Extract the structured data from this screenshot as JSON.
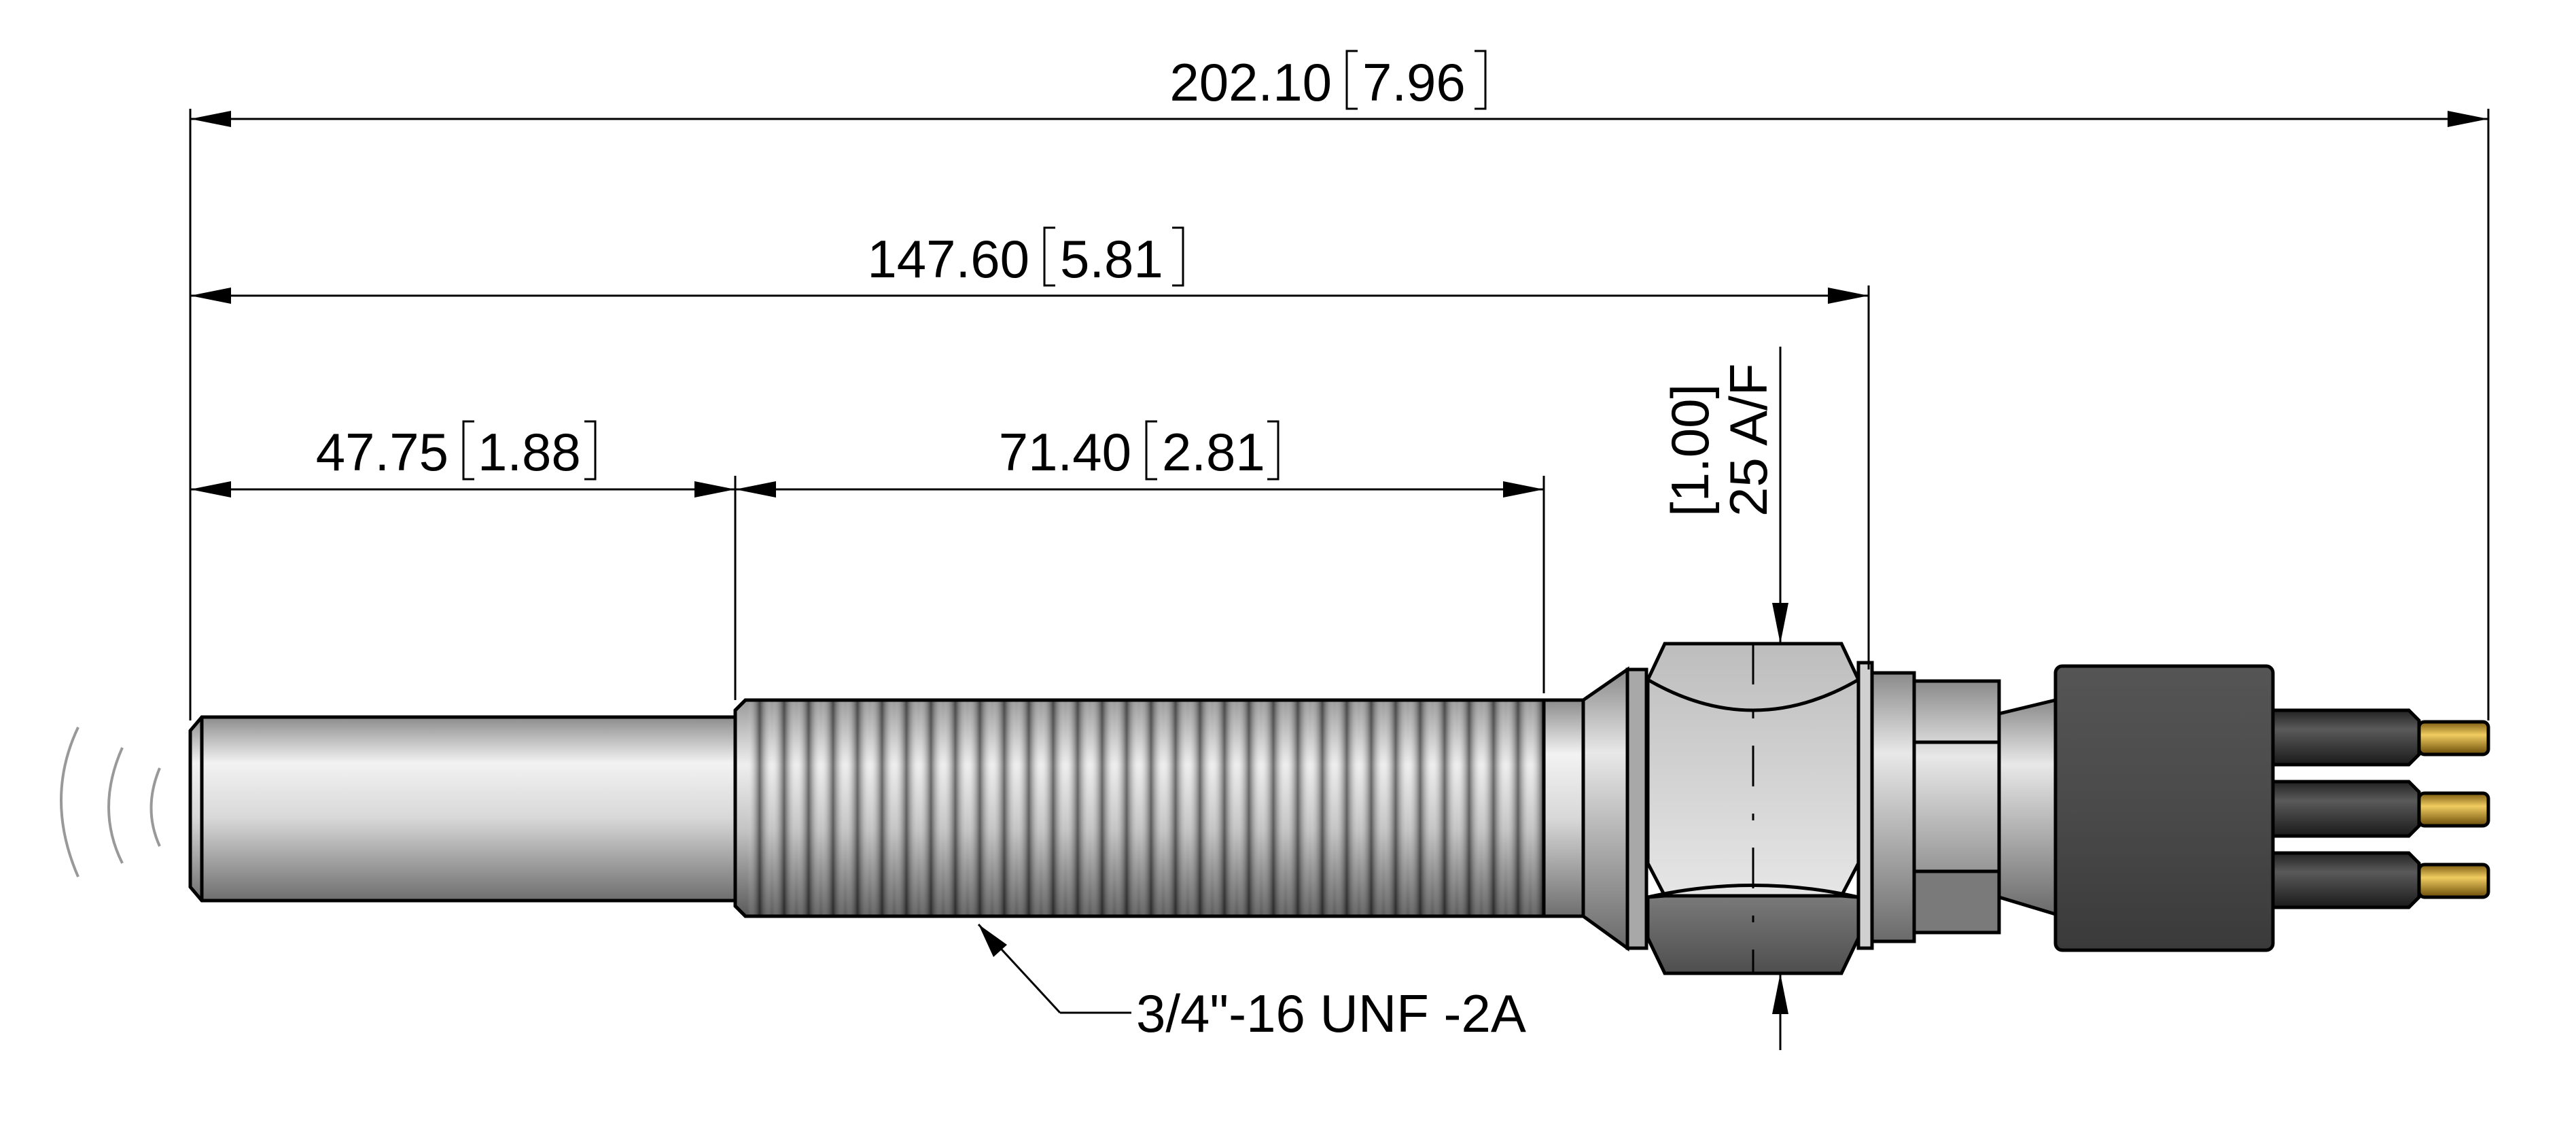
{
  "dimensions": {
    "overall": {
      "value": "202.10",
      "alt": "7.96"
    },
    "to_hex_face": {
      "value": "147.60",
      "alt": "5.81"
    },
    "smooth_tip": {
      "value": "47.75",
      "alt": "1.88"
    },
    "thread_length": {
      "value": "71.40",
      "alt": "2.81"
    },
    "hex_across_flats": {
      "value": "25 A/F",
      "alt": "[1.00]"
    }
  },
  "callouts": {
    "thread_spec": "3/4\"-16 UNF -2A"
  },
  "colors": {
    "line": "#000000",
    "steel_light": "#f2f2f2",
    "steel_dark": "#707070",
    "connector_body": "#4a4a4a",
    "pin_gold": "#c8a030",
    "sensing_field": "#999999"
  }
}
